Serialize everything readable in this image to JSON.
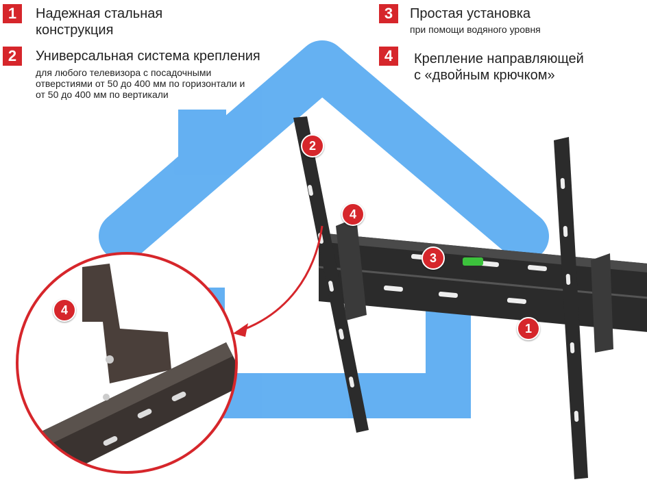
{
  "features": [
    {
      "number": "1",
      "title": "Надежная стальная",
      "title2": "конструкция"
    },
    {
      "number": "2",
      "title": "Универсальная система крепления",
      "sub1": "для любого телевизора с посадочными",
      "sub2": "отверстиями от 50 до 400 мм по горизонтали и",
      "sub3": "от 50 до 400 мм  по вертикали"
    },
    {
      "number": "3",
      "title": "Простая установка",
      "sub1": "при помощи водяного уровня"
    },
    {
      "number": "4",
      "title": "Крепление направляющей",
      "title2": "с «двойным крючком»"
    }
  ],
  "markers": {
    "on_arm_left": "2",
    "on_hook": "4",
    "on_level": "3",
    "on_rail": "1",
    "in_zoom": "4"
  },
  "colors": {
    "accent_red": "#d6262b",
    "house_blue": "#4aa3f0",
    "metal": "#2b2b2b"
  }
}
